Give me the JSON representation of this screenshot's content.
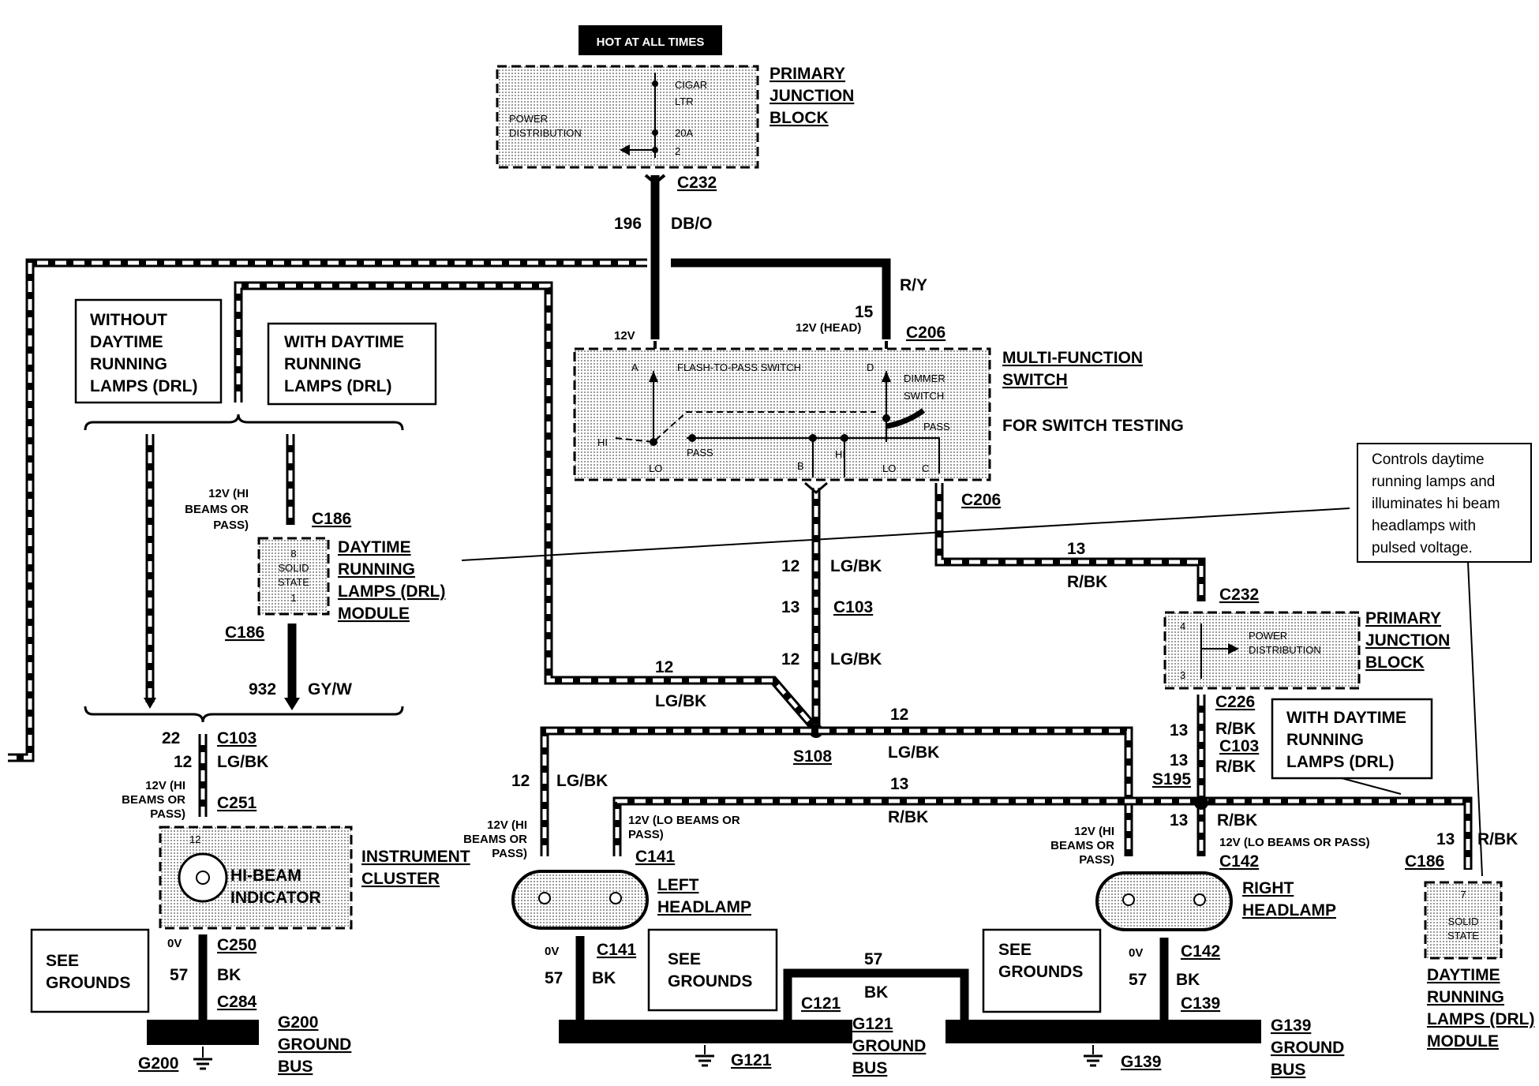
{
  "top": {
    "hot_label": "HOT AT ALL TIMES"
  },
  "top_pjb": {
    "fuse_line1": "CIGAR",
    "fuse_line2": "LTR",
    "fuse_line3": "20A",
    "fuse_line4": "2",
    "power_line1": "POWER",
    "power_line2": "DISTRIBUTION",
    "title1": "PRIMARY",
    "title2": "JUNCTION",
    "title3": "BLOCK"
  },
  "switch": {
    "v12_a": "12V",
    "v12_head": "12V (HEAD)",
    "pin_a": "A",
    "flash_label": "FLASH-TO-PASS SWITCH",
    "pin_d": "D",
    "dimmer1": "DIMMER",
    "dimmer2": "SWITCH",
    "pass_right": "PASS",
    "hi_left": "HI",
    "lo_left": "LO",
    "pass_mid": "PASS",
    "pin_b": "B",
    "hi_mid": "HI",
    "lo_right": "LO",
    "pin_c": "C",
    "title1": "MULTI-FUNCTION",
    "title2": "SWITCH",
    "testing": "FOR SWITCH TESTING"
  },
  "drl_notes": {
    "without1": "WITHOUT",
    "without2": "DAYTIME",
    "without3": "RUNNING",
    "without4": "LAMPS (DRL)",
    "with1": "WITH DAYTIME",
    "with2": "RUNNING",
    "with3": "LAMPS (DRL)",
    "r_with1": "WITH DAYTIME",
    "r_with2": "RUNNING",
    "r_with3": "LAMPS (DRL)"
  },
  "drl_module_left": {
    "v12_1": "12V (HI",
    "v12_2": "BEAMS OR",
    "v12_3": "PASS)",
    "pin8": "8",
    "solid": "SOLID",
    "state": "STATE",
    "pin1": "1",
    "title1": "DAYTIME",
    "title2": "RUNNING",
    "title3": "LAMPS (DRL)",
    "title4": "MODULE"
  },
  "drl_module_right": {
    "pin7": "7",
    "solid": "SOLID",
    "state": "STATE",
    "title1": "DAYTIME",
    "title2": "RUNNING",
    "title3": "LAMPS (DRL)",
    "title4": "MODULE"
  },
  "right_pjb": {
    "pin4": "4",
    "pin3": "3",
    "power1": "POWER",
    "power2": "DISTRIBUTION",
    "title1": "PRIMARY",
    "title2": "JUNCTION",
    "title3": "BLOCK"
  },
  "callout": {
    "line1": "Controls daytime",
    "line2": "running lamps and",
    "line3": "illuminates hi beam",
    "line4": "headlamps with",
    "line5": "pulsed voltage."
  },
  "cluster": {
    "v12_1": "12V (HI",
    "v12_2": "BEAMS OR",
    "v12_3": "PASS)",
    "pin12": "12",
    "indicator1": "HI-BEAM",
    "indicator2": "INDICATOR",
    "title1": "INSTRUMENT",
    "title2": "CLUSTER"
  },
  "left_lamp": {
    "v12_1": "12V (HI",
    "v12_2": "BEAMS OR",
    "v12_3": "PASS)",
    "lo1": "12V (LO BEAMS OR",
    "lo2": "PASS)",
    "v0": "0V",
    "title1": "LEFT",
    "title2": "HEADLAMP"
  },
  "right_lamp": {
    "v12_1": "12V (HI",
    "v12_2": "BEAMS OR",
    "v12_3": "PASS)",
    "lo": "12V (LO BEAMS OR PASS)",
    "v0": "0V",
    "title1": "RIGHT",
    "title2": "HEADLAMP"
  },
  "see_grounds": {
    "line1": "SEE",
    "line2": "GROUNDS"
  },
  "ground_left": {
    "v0": "0V",
    "g": "G200",
    "ground": "GROUND",
    "bus": "BUS",
    "symbol_label": "G200"
  },
  "ground_mid": {
    "g": "G121",
    "ground": "GROUND",
    "bus": "BUS",
    "symbol_label": "G121"
  },
  "ground_right": {
    "g": "G139",
    "ground": "GROUND",
    "bus": "BUS",
    "symbol_label": "G139"
  },
  "connectors": {
    "c232_top": "C232",
    "c206_top": "C206",
    "c206_b": "C206",
    "c186_a": "C186",
    "c186_b": "C186",
    "c186_right": "C186",
    "c103_left": "C103",
    "c103_center": "C103",
    "c103_right": "C103",
    "c251": "C251",
    "c250": "C250",
    "c284": "C284",
    "s108": "S108",
    "s195": "S195",
    "c232_right": "C232",
    "c226": "C226",
    "c141_a": "C141",
    "c141_b": "C141",
    "c142_a": "C142",
    "c142_b": "C142",
    "c121": "C121",
    "c139": "C139"
  },
  "wires": {
    "w196_num": "196",
    "w196_color": "DB/O",
    "w15_num": "15",
    "w15_color": "R/Y",
    "w932_num": "932",
    "w932_color": "GY/W",
    "w22": "22",
    "w12_a": "12",
    "w12_b": "12",
    "w12_c": "12",
    "w12_d": "12",
    "w12_e": "12",
    "w12_f": "12",
    "lgbk_a": "LG/BK",
    "lgbk_b": "LG/BK",
    "lgbk_c": "LG/BK",
    "lgbk_d": "LG/BK",
    "lgbk_e": "LG/BK",
    "lgbk_f": "LG/BK",
    "w13_a": "13",
    "w13_b": "13",
    "w13_c": "13",
    "w13_d": "13",
    "w13_e": "13",
    "w13_f": "13",
    "w13_g": "13",
    "rbk_a": "R/BK",
    "rbk_b": "R/BK",
    "rbk_c": "R/BK",
    "rbk_d": "R/BK",
    "rbk_e": "R/BK",
    "rbk_f": "R/BK",
    "w57_a": "57",
    "w57_b": "57",
    "w57_c": "57",
    "w57_d": "57",
    "bk_a": "BK",
    "bk_b": "BK",
    "bk_c": "BK",
    "bk_d": "BK"
  }
}
